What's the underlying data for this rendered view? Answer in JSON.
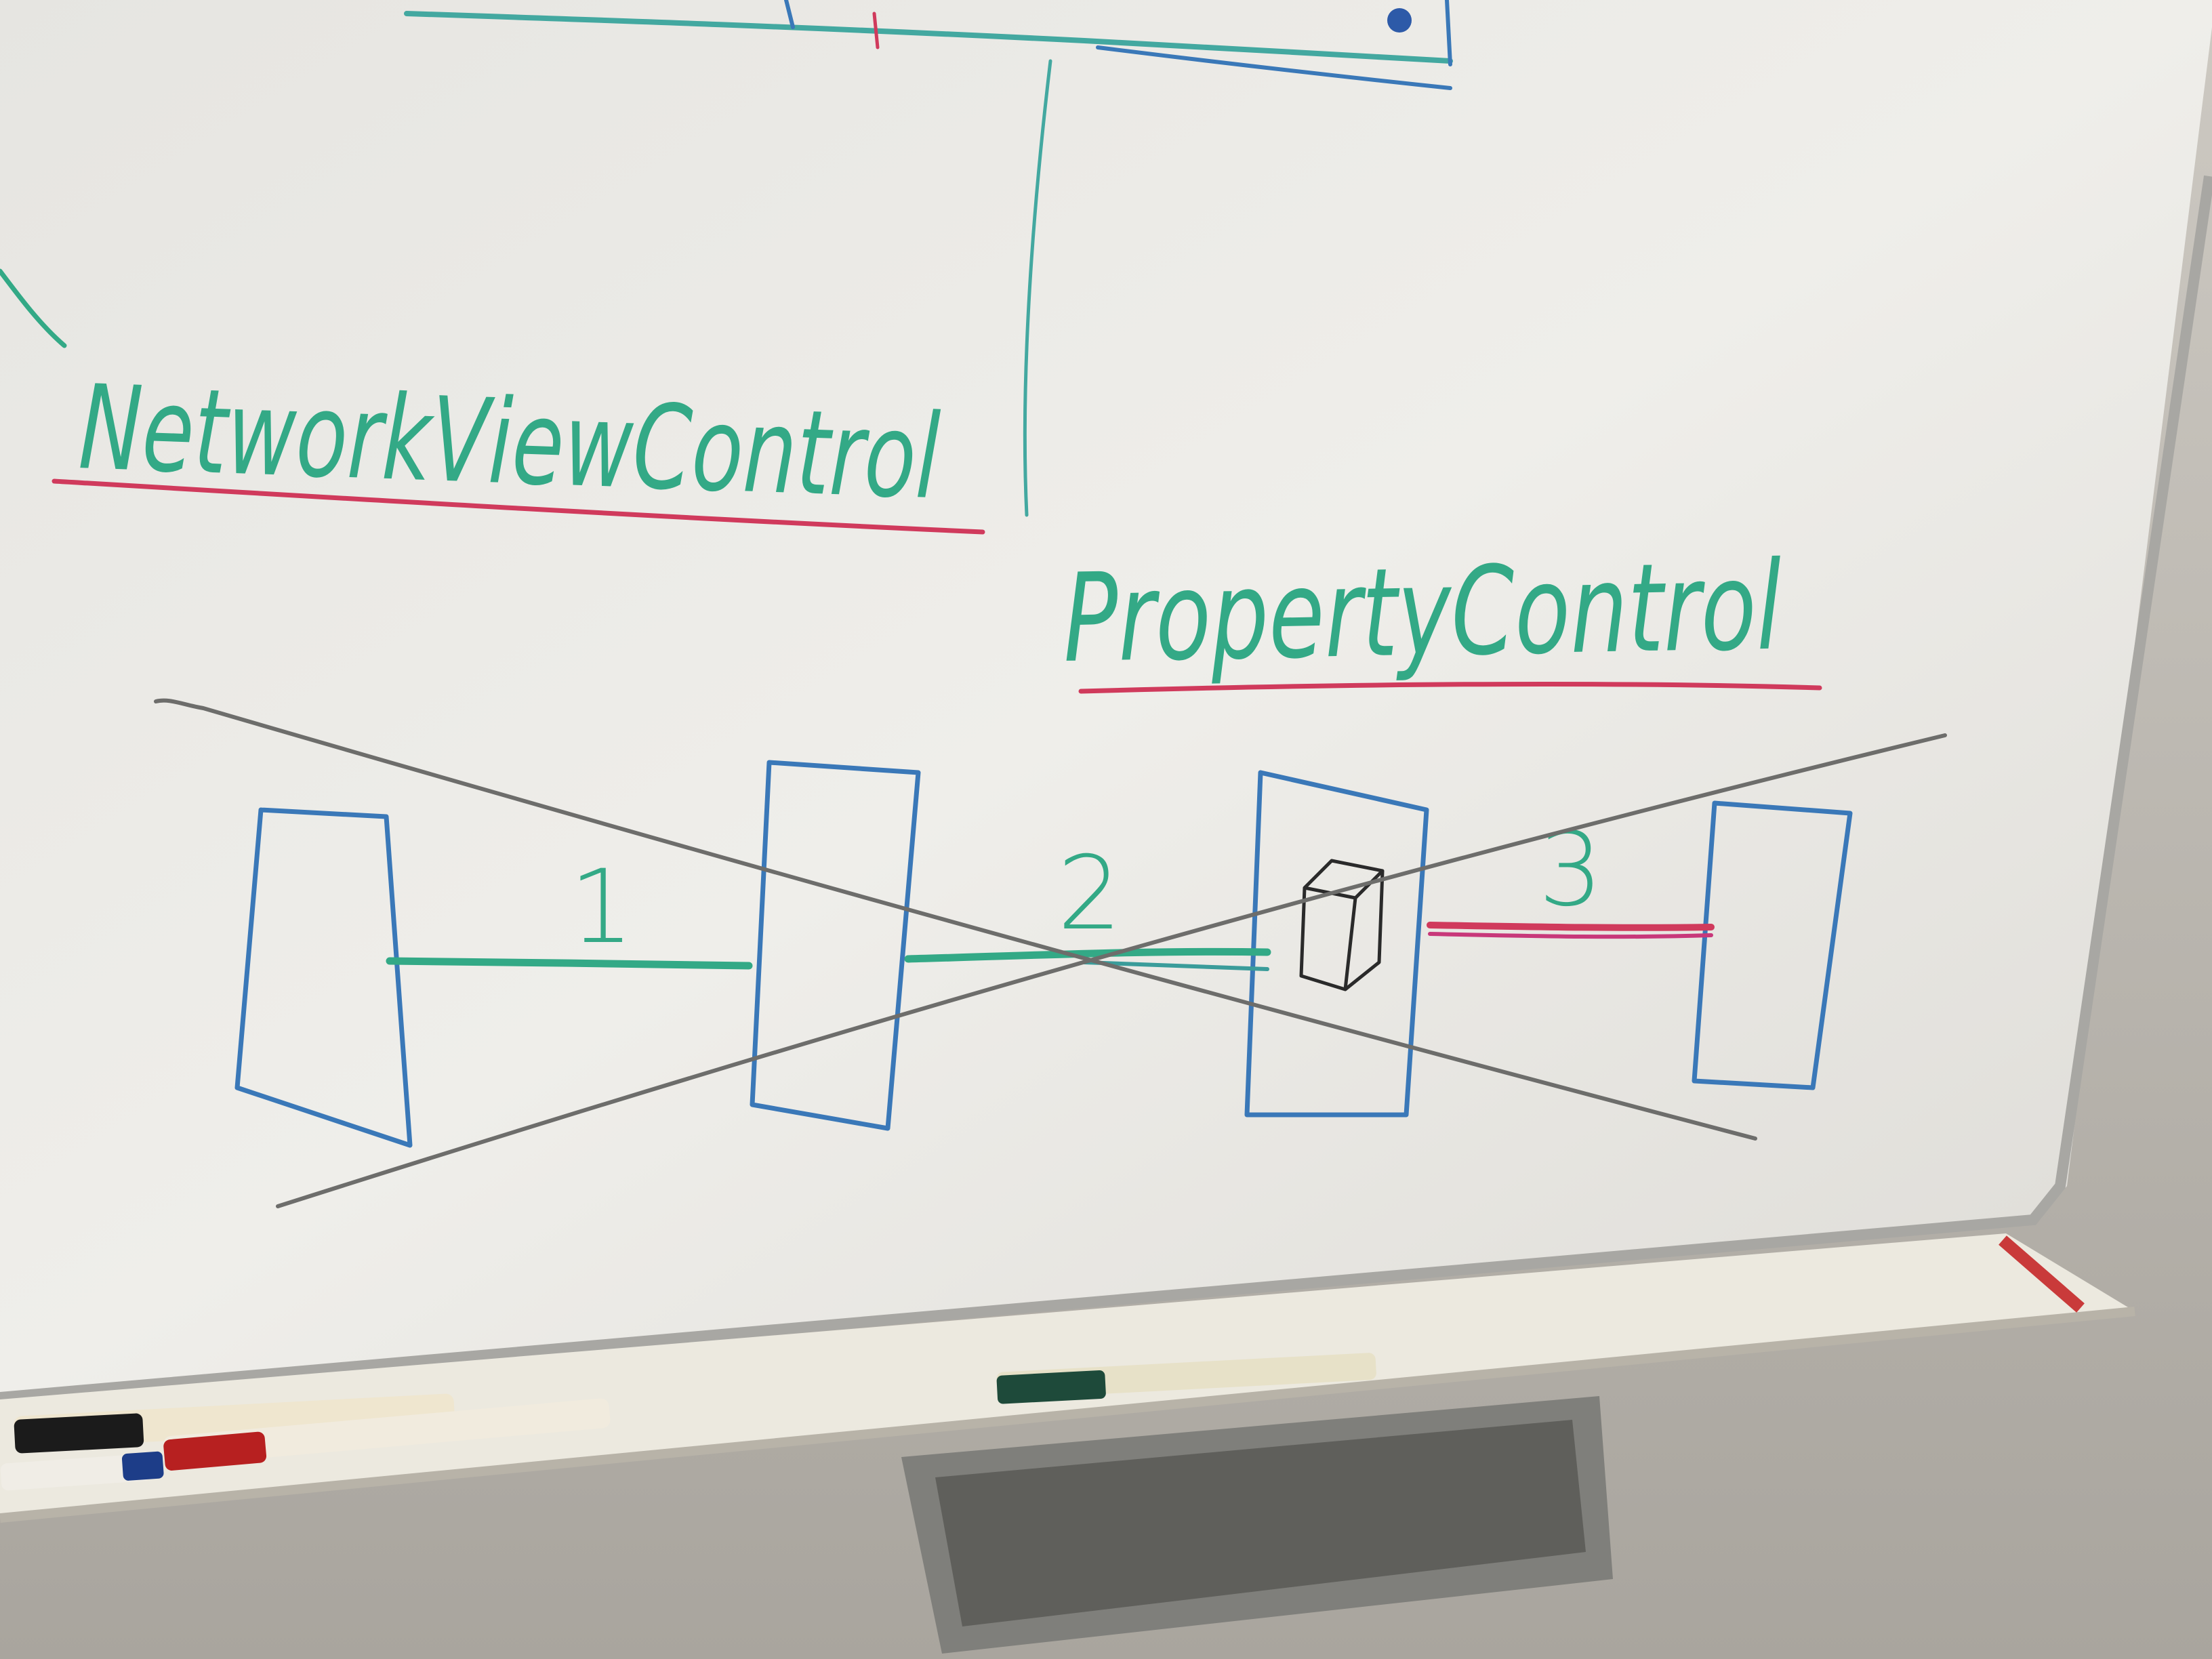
{
  "whiteboard": {
    "labels": {
      "network_view_control": "NetworkViewControl",
      "property_control": "PropertyControl"
    },
    "connection_numbers": [
      "1",
      "2",
      "3"
    ]
  },
  "colors": {
    "board": "#e9e8e4",
    "green_marker": "#33a986",
    "blue_marker": "#3a78b8",
    "red_marker": "#d03a5c",
    "black_marker": "#2a2a2a",
    "cross_marker": "#6d6d6b",
    "tray": "#ece9df",
    "wall": "#b9b5ae"
  }
}
